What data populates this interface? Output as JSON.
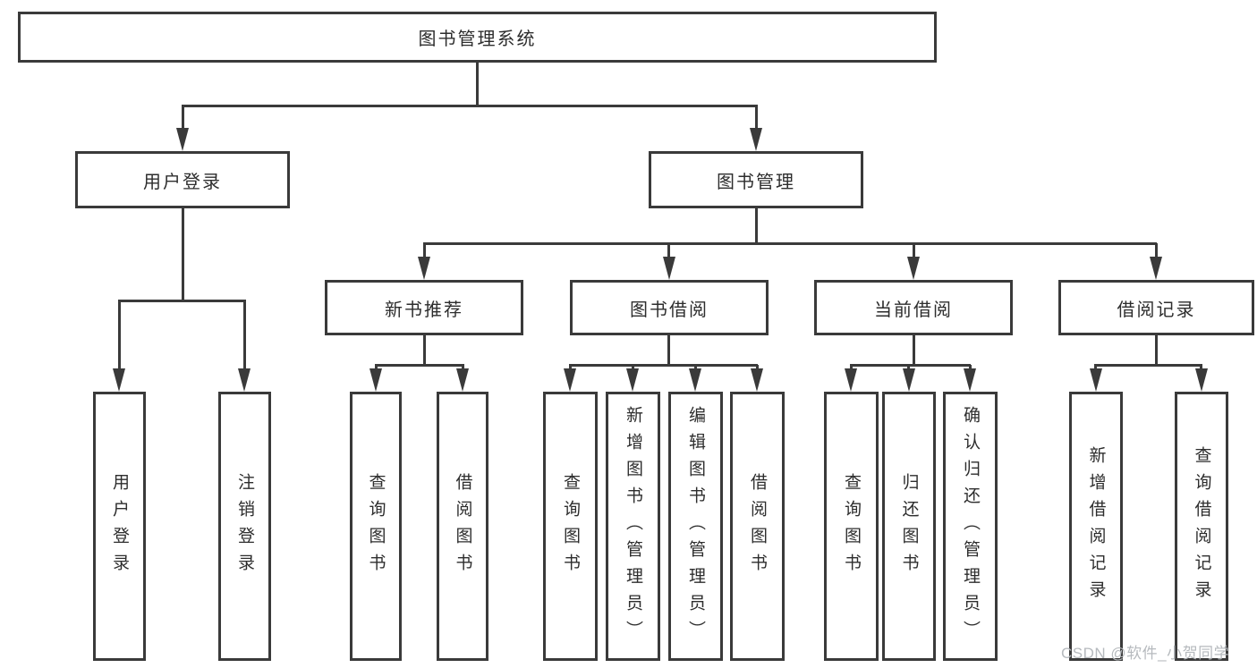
{
  "colors": {
    "line": "#3a3a3a",
    "text": "#2d2d2d",
    "background": "#ffffff",
    "watermark_color": "#b6babe"
  },
  "nodes": {
    "root": "图书管理系统",
    "user_login": "用户登录",
    "book_mgmt": "图书管理",
    "new_rec": "新书推荐",
    "borrow": "图书借阅",
    "current": "当前借阅",
    "records": "借阅记录",
    "leaf_user_login": "用户登录",
    "leaf_logout": "注销登录",
    "leaf_rec_query": "查询图书",
    "leaf_rec_borrow": "借阅图书",
    "leaf_bor_query": "查询图书",
    "leaf_bor_add": "新增图书（管理员）",
    "leaf_bor_edit": "编辑图书（管理员）",
    "leaf_bor_borrow": "借阅图书",
    "leaf_cur_query": "查询图书",
    "leaf_cur_return": "归还图书",
    "leaf_cur_confirm": "确认归还（管理员）",
    "leaf_rcd_add": "新增借阅记录",
    "leaf_rcd_query": "查询借阅记录"
  },
  "watermark": {
    "text": "CSDN @软件_小贺同学"
  }
}
